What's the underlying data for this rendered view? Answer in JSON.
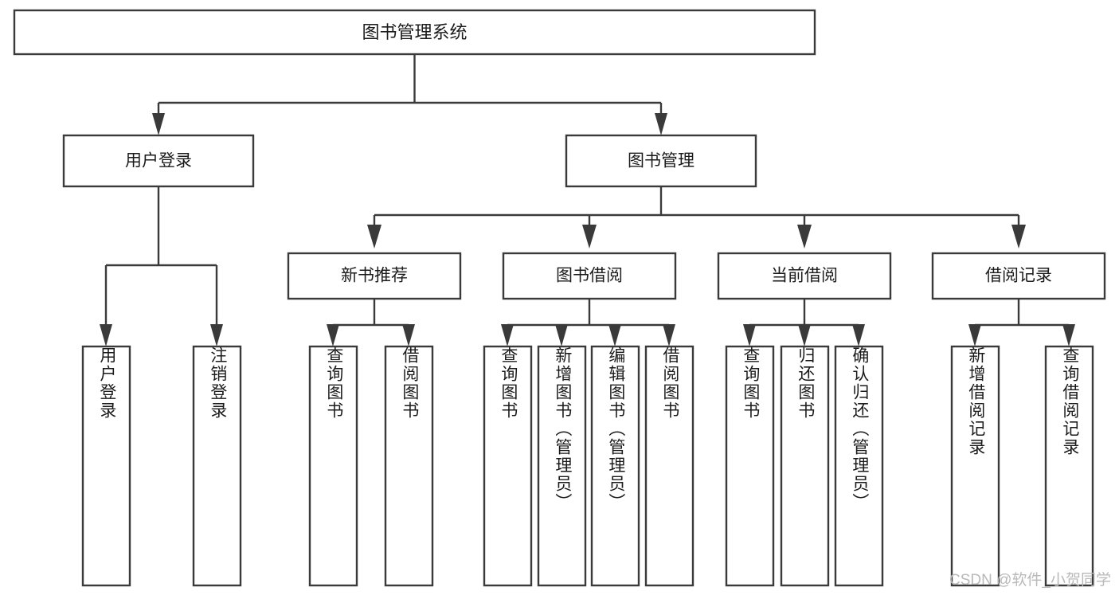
{
  "diagram": {
    "type": "tree-hierarchy",
    "title": "图书管理系统",
    "root": {
      "label": "图书管理系统",
      "level": 0
    },
    "level1": [
      {
        "label": "用户登录"
      },
      {
        "label": "图书管理"
      }
    ],
    "level2": [
      {
        "label": "新书推荐",
        "parent": "图书管理"
      },
      {
        "label": "图书借阅",
        "parent": "图书管理"
      },
      {
        "label": "当前借阅",
        "parent": "图书管理"
      },
      {
        "label": "借阅记录",
        "parent": "图书管理"
      }
    ],
    "leaves": {
      "user_login": [
        {
          "label": "用户登录"
        },
        {
          "label": "注销登录"
        }
      ],
      "new_book_recommend": [
        {
          "label": "查询图书"
        },
        {
          "label": "借阅图书"
        }
      ],
      "book_borrow": [
        {
          "label": "查询图书"
        },
        {
          "label": "新增图书（管理员）"
        },
        {
          "label": "编辑图书（管理员）"
        },
        {
          "label": "借阅图书"
        }
      ],
      "current_borrow": [
        {
          "label": "查询图书"
        },
        {
          "label": "归还图书"
        },
        {
          "label": "确认归还（管理员）"
        }
      ],
      "borrow_record": [
        {
          "label": "新增借阅记录"
        },
        {
          "label": "查询借阅记录"
        }
      ]
    }
  },
  "watermark": {
    "text": "CSDN @软件_小贺同学"
  },
  "colors": {
    "stroke": "#3a3a3a",
    "fill": "#ffffff",
    "text": "#1b1b1b",
    "watermark": "#b9b9b9",
    "background": "#ffffff"
  }
}
